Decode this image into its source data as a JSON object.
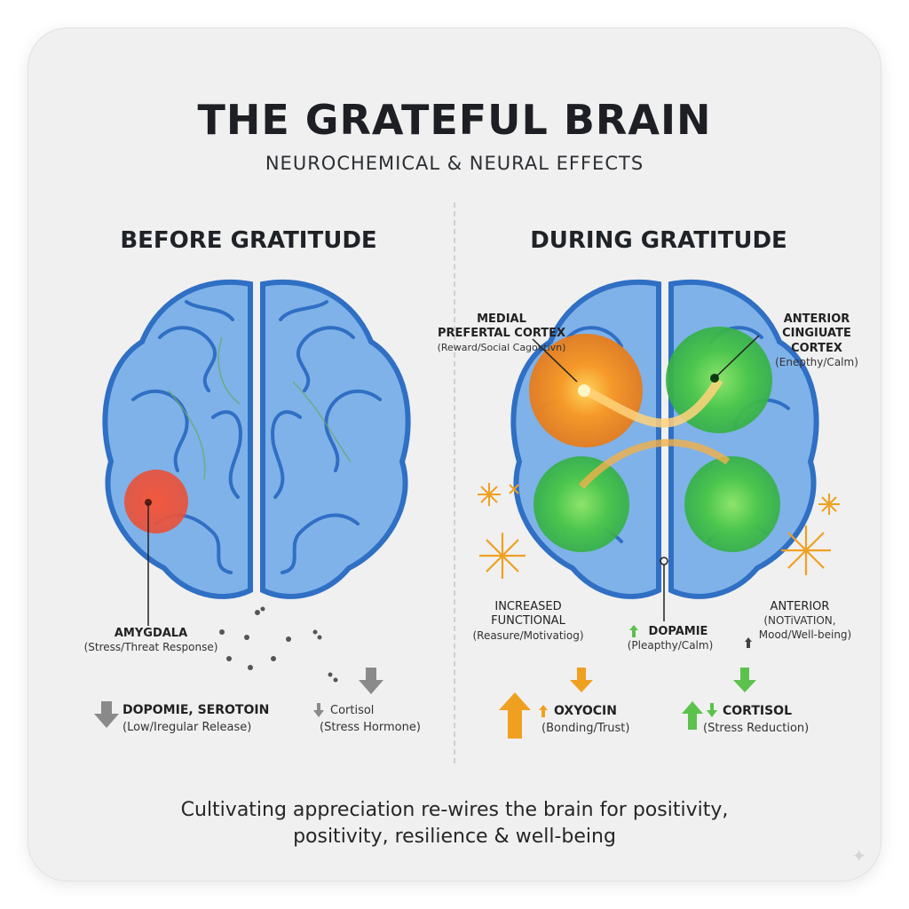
{
  "header": {
    "title": "THE GRATEFUL BRAIN",
    "subtitle": "NEUROCHEMICAL & NEURAL EFFECTS"
  },
  "before": {
    "heading": "BEFORE GRATITUDE",
    "amygdala": {
      "name": "AMYGDALA",
      "desc": "(Stress/Threat Response)"
    },
    "chem_1": {
      "name": "DOPOMIE, SEROTOIN",
      "desc": "(Low/Iregular Release)"
    },
    "chem_2": {
      "name": "Cortisol",
      "desc": "(Stress Hormone)"
    }
  },
  "during": {
    "heading": "DURING GRATITUDE",
    "mpc": {
      "name_1": "MEDIAL",
      "name_2": "PREFERTAL CORTEX",
      "desc": "(Reward/Social Cagovtivn)"
    },
    "acc": {
      "name_1": "ANTERIOR",
      "name_2": "CINGIUATE CORTEX",
      "desc": "(Enepthy/Calm)"
    },
    "func": {
      "name_1": "INCREASED",
      "name_2": "FUNCTIONAL",
      "desc": "(Reasure/Motivatiog)"
    },
    "dopamine": {
      "name": "DOPAMIE",
      "desc": "(Pleapthy/Calm)"
    },
    "anterior_2": {
      "name_1": "ANTERIOR",
      "name_2": "(NOTiVATION,",
      "desc": "Mood/Well-being)"
    },
    "oxytocin": {
      "name": "OXYOCIN",
      "desc": "(Bonding/Trust)"
    },
    "cortisol": {
      "name": "CORTISOL",
      "desc": "(Stress Reduction)"
    }
  },
  "footer": {
    "line_1": "Cultivating appreciation re-wires the brain for positivity,",
    "line_2": "positivity, resilience & well-being"
  },
  "colors": {
    "brain_fill": "#7fb2e8",
    "brain_stroke": "#2f6fc4",
    "amygdala": "#e8503a",
    "orange_glow": "#f08a24",
    "green_glow": "#3fbf4a",
    "arrow_gray": "#8a8a8a",
    "arrow_orange": "#f0a020",
    "arrow_green": "#5bc24c"
  },
  "icons": [
    "arrow-down-icon",
    "arrow-up-icon",
    "sparkle-icon",
    "star-icon"
  ]
}
